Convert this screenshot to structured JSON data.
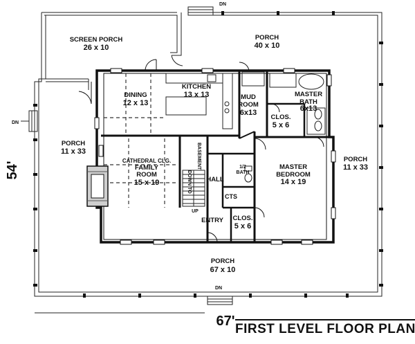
{
  "title": "FIRST LEVEL FLOOR PLAN",
  "dimensions": {
    "width": "67'",
    "depth": "54'"
  },
  "rooms": [
    {
      "key": "screen_porch",
      "name": "SCREEN PORCH",
      "size": "26 x 10"
    },
    {
      "key": "porch_top",
      "name": "PORCH",
      "size": "40 x 10"
    },
    {
      "key": "dining",
      "name": "DINING",
      "size": "12 x 13"
    },
    {
      "key": "kitchen",
      "name": "KITCHEN",
      "size": "13 x 13"
    },
    {
      "key": "mud_room",
      "name": "MUD ROOM",
      "size": "6x13"
    },
    {
      "key": "master_bath",
      "name": "MASTER BATH",
      "size": "6x13"
    },
    {
      "key": "clos_upper",
      "name": "CLOS.",
      "size": "5 x 6"
    },
    {
      "key": "porch_left",
      "name": "PORCH",
      "size": "11 x 33"
    },
    {
      "key": "porch_right",
      "name": "PORCH",
      "size": "11 x 33"
    },
    {
      "key": "family_room",
      "name": "CATHEDRAL CLG. FAMILY ROOM",
      "size": "15 x 19"
    },
    {
      "key": "master_bedroom",
      "name": "MASTER BEDROOM",
      "size": "14 x 19"
    },
    {
      "key": "clos_lower",
      "name": "CLOS.",
      "size": "5 x 6"
    },
    {
      "key": "porch_bottom",
      "name": "PORCH",
      "size": "67 x 10"
    }
  ],
  "labels": {
    "cathedral": "CATHEDRAL CLG.",
    "family": "FAMILY",
    "room": "ROOM",
    "mud": "MUD",
    "mud_room": "ROOM",
    "master": "MASTER",
    "bath": "BATH",
    "bedroom": "BEDROOM",
    "hall": "HALL",
    "half_bath_top": "1/2",
    "half_bath_bottom": "BATH",
    "cts": "CTS",
    "entry": "ENTRY",
    "stair_down_1": "DOWN TO",
    "stair_down_2": "BASEMENT",
    "stair_up": "UP",
    "dn_top": "DN",
    "dn_left": "DN",
    "dn_bottom": "DN"
  }
}
